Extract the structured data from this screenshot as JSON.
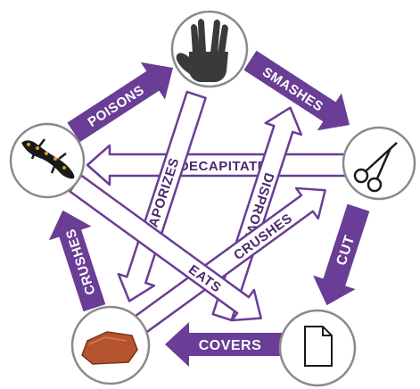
{
  "nodes": {
    "spock": {
      "icon": "spock-hand-icon"
    },
    "scissors": {
      "icon": "scissors-icon"
    },
    "paper": {
      "icon": "paper-icon"
    },
    "rock": {
      "icon": "rock-icon"
    },
    "lizard": {
      "icon": "lizard-icon"
    }
  },
  "outer_arrows": {
    "lizard_spock": "POISONS",
    "spock_scissors": "SMASHES",
    "scissors_paper": "CUT",
    "paper_rock": "COVERS",
    "rock_lizard": "CRUSHES"
  },
  "inner_arrows": {
    "scissors_lizard": "DECAPITATE",
    "paper_spock": "DISPROVES",
    "spock_rock": "VAPORIZES",
    "rock_scissors": "CRUSHES",
    "lizard_paper": "EATS"
  },
  "colors": {
    "outer_arrow": "#6a3d96",
    "inner_arrow_stroke": "#6a3d96",
    "inner_arrow_fill": "#ffffff",
    "circle_stroke": "#8a8a8a",
    "rock": "#b5542f",
    "lizard_spots": "#e0a020"
  }
}
